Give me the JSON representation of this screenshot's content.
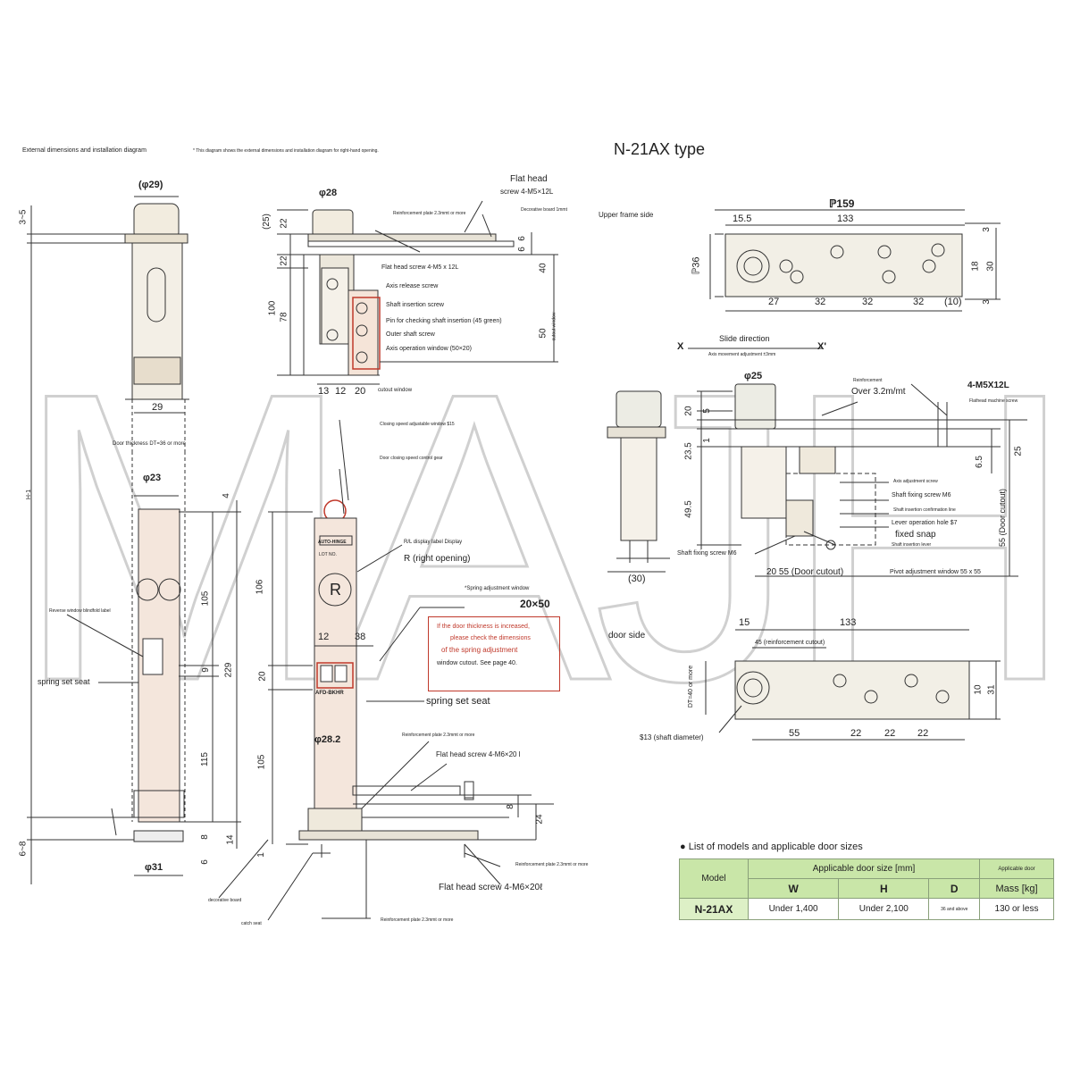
{
  "header": {
    "section_title": "External dimensions and installation diagram",
    "note": "* This diagram shows the external dimensions and installation diagram for right-hand opening.",
    "model_title": "N-21AX type"
  },
  "watermark": "MAJH",
  "top_view": {
    "phi28": "φ28",
    "flat_head": "Flat head",
    "flat_head_screw": "screw 4-M5×12L",
    "reinforcement_plate": "Reinforcement plate 2.3mmt or more",
    "decorative_board": "Decorative board 1mmt",
    "upper_frame_side": "Upper frame side",
    "flat_head_screw_2": "Flat head screw 4-M5 x 12L",
    "axis_release_screw": "Axis release screw",
    "shaft_insertion_screw": "Shaft insertion screw",
    "pin_check": "Pin for checking shaft insertion (45 green)",
    "outer_shaft_screw": "Outer shaft screw",
    "axis_operation_window": "Axis operation window (50×20)",
    "cutout_window": "cutout window",
    "cutout_window_v": "cutout window",
    "dims": [
      "(25)",
      "22",
      "22",
      "100",
      "78",
      "6",
      "6",
      "40",
      "50",
      "13",
      "12",
      "20"
    ]
  },
  "left_column": {
    "phi29": "(φ29)",
    "dim_3_5": "3~5",
    "dim_29": "29",
    "door_thickness": "Door thickness DT=36 or more",
    "phi23": "φ23",
    "reverse_window": "Reverse window blindfold label",
    "spring_set_seat": "spring set seat",
    "dims": [
      "4",
      "105",
      "9",
      "229",
      "115",
      "8",
      "14",
      "6"
    ],
    "h_label": "H-1",
    "dim_6_8": "6~8",
    "phi31": "φ31"
  },
  "front_view": {
    "closing_speed_window": "Closing speed adjustable window $15",
    "closing_speed_gear": "Door closing speed control gear",
    "rl_label": "R/L display label Display",
    "r_opening": "R (right opening)",
    "spring_adj_window": "*Spring adjustment window",
    "dim_20x50": "20×50",
    "note_lines": [
      "If the door thickness is increased,",
      "please check the dimensions",
      "of the spring adjustment",
      "window cutout. See page 40."
    ],
    "spring_set_seat": "spring set seat",
    "phi28_2": "φ28.2",
    "auto_hinge": "AUTO-HINGE",
    "lot_no": "LOT NO.",
    "model_plate": "AFD-BKHR",
    "r_letter": "R",
    "reinf_1": "Reinforcement plate 2.3mmt or more",
    "flat_head_m6_1": "Flat head screw 4-M6×20 l",
    "reinf_2": "Reinforcement plate 2.3mmt or more",
    "flat_head_m6_2": "Flat head screw 4-M6×20ℓ",
    "reinf_3": "Reinforcement plate 2.3mmt or more",
    "decorative_board": "decorative board",
    "catch_seat": "catch seat",
    "dims": [
      "106",
      "12",
      "38",
      "20",
      "105",
      "8",
      "24",
      "1"
    ]
  },
  "upper_plate": {
    "total": "ℙ159",
    "d15_5": "15.5",
    "d133": "133",
    "h36": "ℙ36",
    "d3": "3",
    "d18": "18",
    "d30": "30",
    "d3b": "3",
    "bottom": [
      "27",
      "32",
      "32",
      "32",
      "(10)"
    ]
  },
  "side_view": {
    "x": "X",
    "x_prime": "X'",
    "slide_direction": "Slide direction",
    "axis_movement": "Axis movement adjustment ±3mm",
    "phi25": "φ25",
    "reinforcement": "Reinforcement",
    "over": "Over 3.2m/mt",
    "m5x12": "4-M5X12L",
    "flathead_machine": "Flathead machine screw",
    "axis_adj_screw": "Axis adjustment screw",
    "shaft_fixing": "Shaft fixing screw M6",
    "shaft_confirm": "Shaft insertion confirmation line",
    "lever_hole": "Lever operation hole $7",
    "fixed_snap": "fixed snap",
    "shaft_insertion_lever": "Shaft insertion lever",
    "shaft_fixing_2": "Shaft fixing screw M6",
    "door_cutout": "20 55 (Door cutout)",
    "pivot_window": "Pivot adjustment window 55 x 55",
    "door_cutout_v": "55 (Door cutout)",
    "dim_30": "(30)",
    "dims": [
      "20",
      "5",
      "1",
      "23.5",
      "49.5",
      "6.5",
      "25"
    ]
  },
  "door_plate": {
    "door_side": "door side",
    "d15": "15",
    "d133": "133",
    "reinf_cutout": "45 (reinforcement cutout)",
    "dt40": "DT=40 or more",
    "d10": "10",
    "d31": "31",
    "shaft_diameter": "$13 (shaft diameter)",
    "bottom": [
      "55",
      "22",
      "22",
      "22"
    ]
  },
  "model_list": {
    "title": "List of models and applicable door sizes",
    "head_model": "Model",
    "head_size": "Applicable door size [mm]",
    "head_mass_a": "Applicable door",
    "head_mass_b": "Mass [kg]",
    "col_w": "W",
    "col_h": "H",
    "col_d": "D",
    "row": {
      "model": "N-21AX",
      "w": "Under 1,400",
      "h": "Under 2,100",
      "d": "36 and above",
      "mass": "130 or less"
    }
  }
}
